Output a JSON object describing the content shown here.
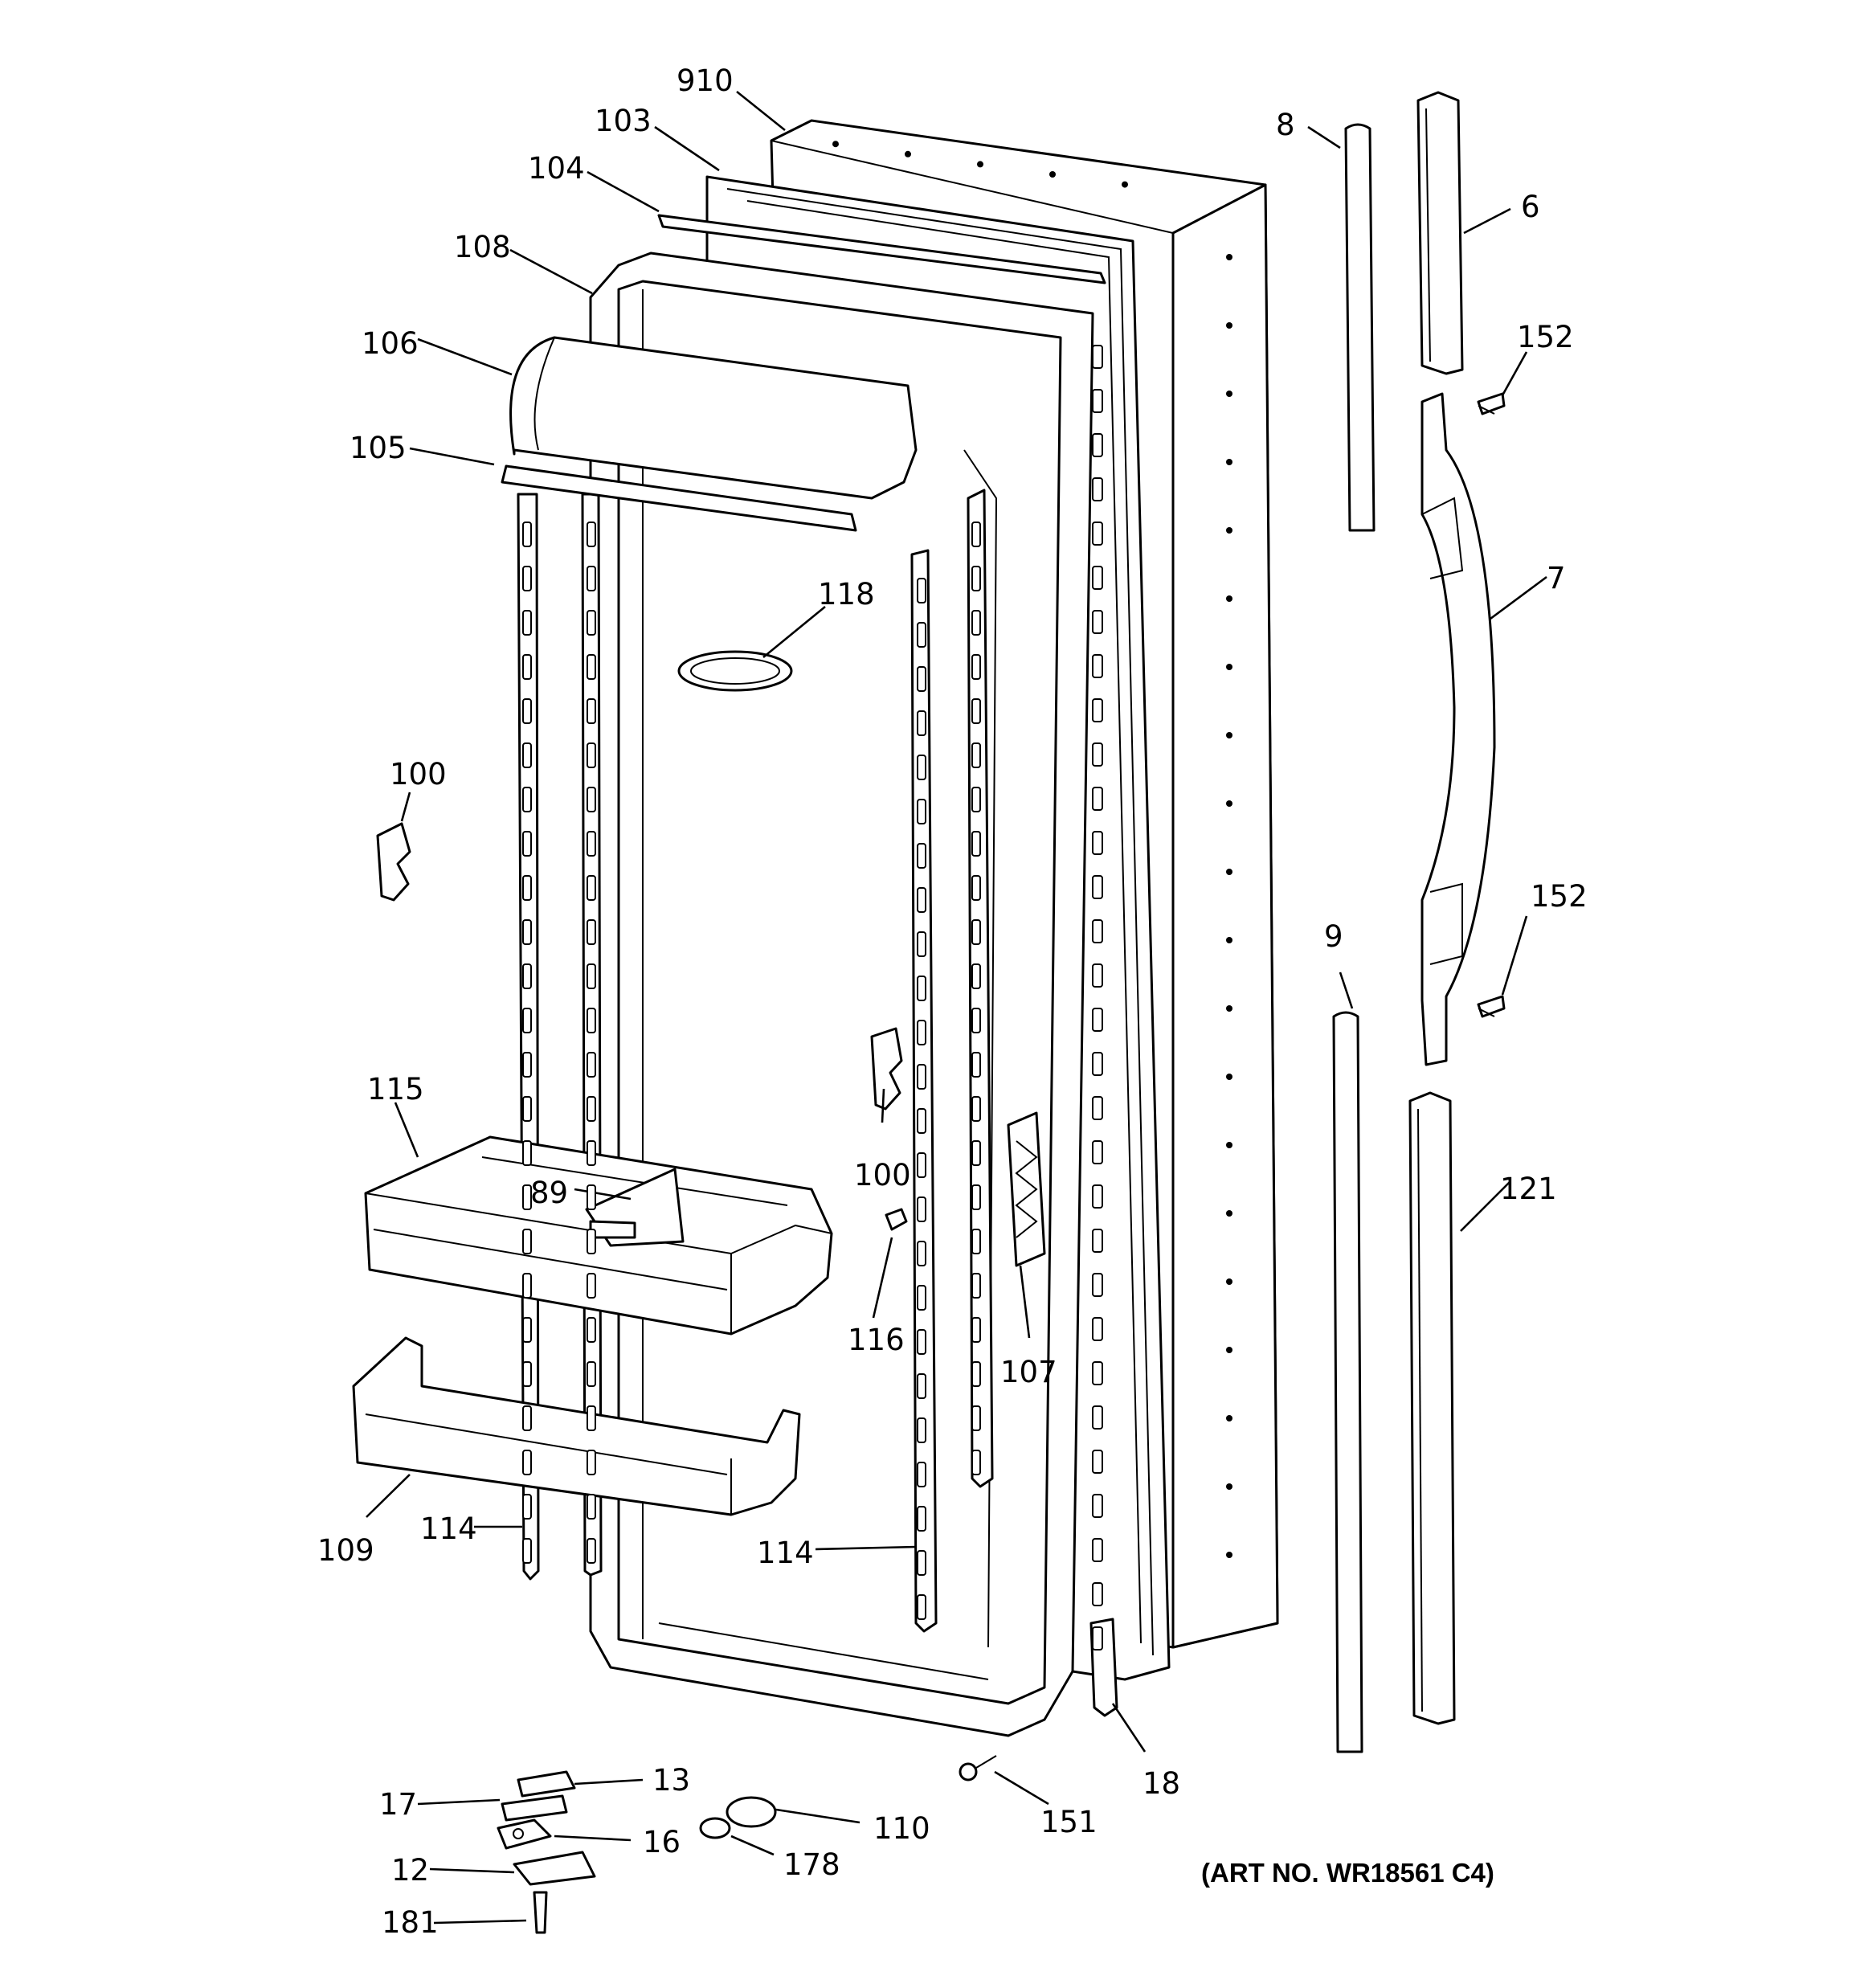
{
  "labels": {
    "p910": "910",
    "p103": "103",
    "p104": "104",
    "p108": "108",
    "p106": "106",
    "p105": "105",
    "p118": "118",
    "p100a": "100",
    "p100b": "100",
    "p115": "115",
    "p89": "89",
    "p116": "116",
    "p107": "107",
    "p109": "109",
    "p114a": "114",
    "p114b": "114",
    "p13": "13",
    "p17": "17",
    "p16": "16",
    "p12": "12",
    "p181": "181",
    "p110": "110",
    "p178": "178",
    "p151": "151",
    "p18": "18",
    "p8": "8",
    "p6": "6",
    "p152a": "152",
    "p152b": "152",
    "p7": "7",
    "p9": "9",
    "p121": "121"
  },
  "art_number": "(ART NO. WR18561 C4)"
}
